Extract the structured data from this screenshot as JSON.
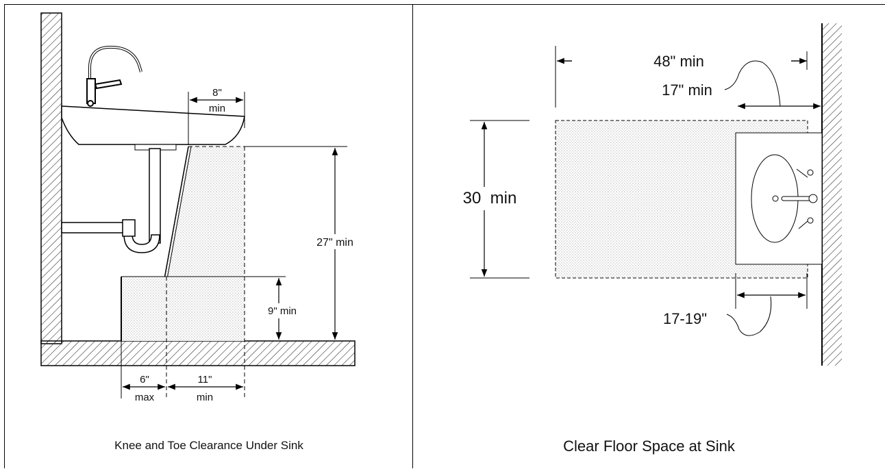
{
  "left": {
    "labels": {
      "toe_depth_value": "8\"",
      "toe_depth_unit": "min",
      "knee_height": "27\" min",
      "toe_height": "9\" min",
      "toe_max_value": "6\"",
      "toe_max_unit": "max",
      "knee_min_value": "11\"",
      "knee_min_unit": "min"
    },
    "caption": "Knee and Toe Clearance Under Sink"
  },
  "right": {
    "labels": {
      "width": "48\" min",
      "counter_edge": "17\" min",
      "depth": "30  min",
      "sink_depth": "17-19\""
    },
    "caption": "Clear Floor Space at Sink"
  }
}
